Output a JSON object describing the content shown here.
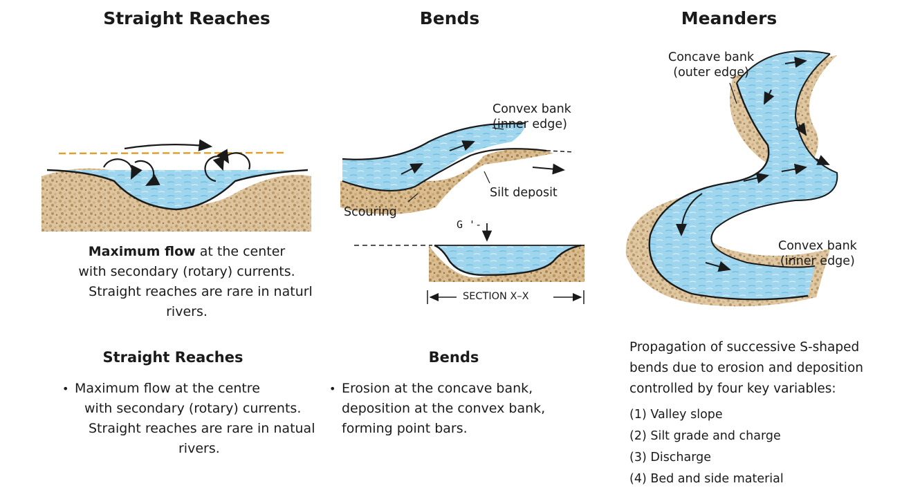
{
  "headings": {
    "straight": "Straight Reaches",
    "bends": "Bends",
    "meanders": "Meanders"
  },
  "straight_caption": {
    "bold": "Maximum flow",
    "line1_rest": " at the center",
    "line2": "with secondary (rotary) currents.",
    "line3": "Straight reaches are rare in naturl",
    "line4": "rivers."
  },
  "bends_labels": {
    "convex_bank": "Convex bank",
    "inner_edge": "(inner edge)",
    "silt_deposit": "Silt deposit",
    "scouring": "Scouring",
    "section_mark": "G '-",
    "section": "SECTION X–X"
  },
  "meander_labels": {
    "concave_bank": "Concave bank",
    "outer_edge": "(outer edge)",
    "convex_bank": "Convex bank",
    "inner_edge": "(inner edge)"
  },
  "summary": {
    "straight_title": "Straight Reaches",
    "straight_bullet": [
      "Maximum flow at the centre",
      "with secondary (rotary) currents.",
      "Straight reaches are rare in natual",
      "rivers."
    ],
    "bends_title": "Bends",
    "bends_bullet": [
      "Erosion at the concave bank,",
      "deposition at the convex bank,",
      "forming point bars."
    ],
    "meanders_intro": [
      "Propagation of successive S-shaped",
      "bends due to erosion and deposition",
      "controlled by four key variables:"
    ],
    "variables": [
      "(1) Valley slope",
      "(2) Silt grade and charge",
      "(3) Discharge",
      "(4) Bed and side material"
    ]
  },
  "colors": {
    "water": "#8ecfe8",
    "water_dark": "#5fb3d8",
    "sediment": "#c9a97a",
    "sediment_dark": "#a8865a",
    "ink": "#1a1a1a",
    "surface_line": "#e0a030"
  }
}
